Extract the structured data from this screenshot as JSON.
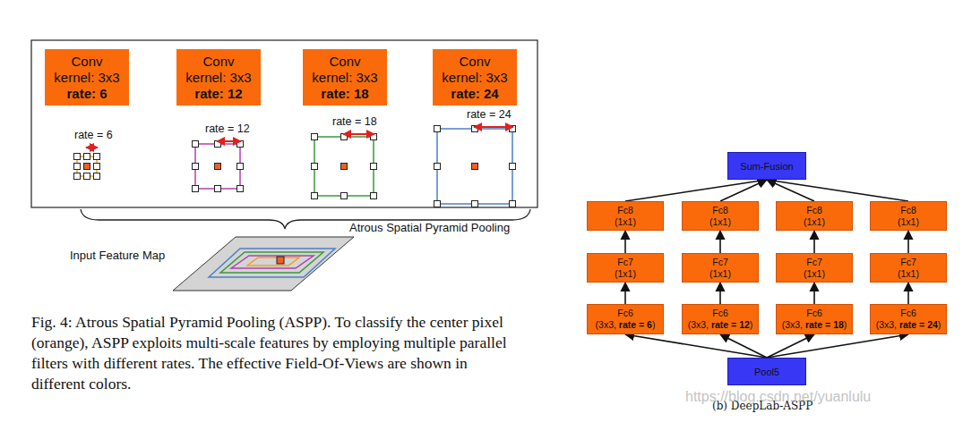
{
  "diagram": {
    "caption": "Fig. 4: Atrous Spatial Pyramid Pooling (ASPP). To classify the center pixel (orange), ASPP exploits multi-scale features by employing multiple parallel filters with different rates. The effective Field-Of-Views are shown in different colors.",
    "nodes": [
      {
        "text": [
          "Conv",
          "kernel: 3x3",
          "rate: 6"
        ]
      },
      {
        "text": [
          "Conv",
          "kernel: 3x3",
          "rate: 12"
        ]
      },
      {
        "text": [
          "Conv",
          "kernel: 3x3",
          "rate: 18"
        ]
      },
      {
        "text": [
          "Conv",
          "kernel: 3x3",
          "rate: 24"
        ]
      },
      {
        "text": [
          "Sum-Fusion"
        ]
      },
      {
        "text": [
          "Fc8",
          "(1x1)"
        ]
      },
      {
        "text": [
          "Fc8",
          "(1x1)"
        ]
      },
      {
        "text": [
          "Fc8",
          "(1x1)"
        ]
      },
      {
        "text": [
          "Fc8",
          "(1x1)"
        ]
      },
      {
        "text": [
          "Fc7",
          "(1x1)"
        ]
      },
      {
        "text": [
          "Fc7",
          "(1x1)"
        ]
      },
      {
        "text": [
          "Fc7",
          "(1x1)"
        ]
      },
      {
        "text": [
          "Fc7",
          "(1x1)"
        ]
      },
      {
        "text": [
          "Fc6",
          "(3x3, rate = 6)"
        ]
      },
      {
        "text": [
          "Fc6",
          "(3x3, rate = 12)"
        ]
      },
      {
        "text": [
          "Fc6",
          "(3x3, rate = 18)"
        ]
      },
      {
        "text": [
          "Fc6",
          "(3x3, rate = 24)"
        ]
      },
      {
        "text": [
          "Pool5"
        ]
      }
    ],
    "edges": [
      {
        "from": 17,
        "to": 13,
        "arrow": "to"
      },
      {
        "from": 17,
        "to": 14,
        "arrow": "to"
      },
      {
        "from": 17,
        "to": 15,
        "arrow": "to"
      },
      {
        "from": 17,
        "to": 16,
        "arrow": "to"
      },
      {
        "from": 13,
        "to": 9,
        "arrow": "to"
      },
      {
        "from": 14,
        "to": 10,
        "arrow": "to"
      },
      {
        "from": 15,
        "to": 11,
        "arrow": "to"
      },
      {
        "from": 16,
        "to": 12,
        "arrow": "to"
      },
      {
        "from": 9,
        "to": 5,
        "arrow": "to"
      },
      {
        "from": 10,
        "to": 6,
        "arrow": "to"
      },
      {
        "from": 11,
        "to": 7,
        "arrow": "to"
      },
      {
        "from": 12,
        "to": 8,
        "arrow": "to"
      },
      {
        "from": 5,
        "to": 4,
        "arrow": "to"
      },
      {
        "from": 6,
        "to": 4,
        "arrow": "to"
      },
      {
        "from": 7,
        "to": 4,
        "arrow": "to"
      },
      {
        "from": 8,
        "to": 4,
        "arrow": "to"
      }
    ],
    "labels": [
      "rate = 6",
      "rate = 12",
      "rate = 18",
      "rate = 24",
      "Atrous Spatial Pyramid Pooling",
      "Input Feature Map",
      "(b) DeepLab-ASPP",
      "https://blog.csdn.net/yuanlulu"
    ]
  }
}
